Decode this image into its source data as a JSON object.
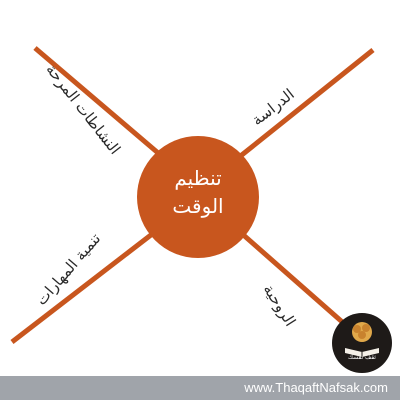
{
  "center": {
    "line1": "تنظيم",
    "line2": "الوقت"
  },
  "branches": {
    "top_left": "النشاطات المرحة",
    "top_right": "الدراسة",
    "bottom_left": "تنمية المهارات",
    "bottom_right": "الروحية"
  },
  "footer": {
    "url": "www.ThaqaftNafsak.com"
  },
  "logo": {
    "text": "ثقف نفسك"
  },
  "colors": {
    "accent": "#c8561e",
    "label_text": "#2a2a2a",
    "footer_bg": "#a0a4aa",
    "logo_bg": "#1e1a18"
  }
}
